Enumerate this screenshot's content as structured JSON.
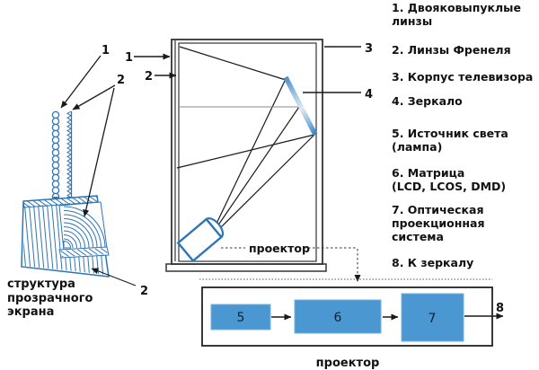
{
  "legend": {
    "items": [
      {
        "text": "1. Двояковыпуклые\nлинзы"
      },
      {
        "text": "2. Линзы Френеля"
      },
      {
        "text": "3. Корпус телевизора"
      },
      {
        "text": "4. Зеркало"
      },
      {
        "text": "5. Источник света\n(лампа)"
      },
      {
        "text": "6. Матрица\n(LCD, LCOS, DMD)"
      },
      {
        "text": "7. Оптическая\nпроекционная\nсистема"
      },
      {
        "text": "8. К зеркалу"
      }
    ]
  },
  "screen_structure": {
    "caption": "структура\nпрозрачного\nэкрана",
    "label_lens": "1",
    "label_fresnel": "2",
    "label_fresnel_bottom": "2"
  },
  "tv": {
    "label_screen_lens": "1",
    "label_screen_fresnel": "2",
    "label_body": "3",
    "label_mirror": "4",
    "projector_label": "проектор"
  },
  "projector_diagram": {
    "caption": "проектор",
    "blocks": [
      {
        "id": "5"
      },
      {
        "id": "6"
      },
      {
        "id": "7"
      }
    ],
    "output_label": "8"
  },
  "colors": {
    "outline_blue": "#2e75b5",
    "block_fill": "#4a97d2",
    "mirror_blue": "#3c7fc0",
    "line_black": "#1a1a1a",
    "ray_gray": "#8a8a8a"
  }
}
